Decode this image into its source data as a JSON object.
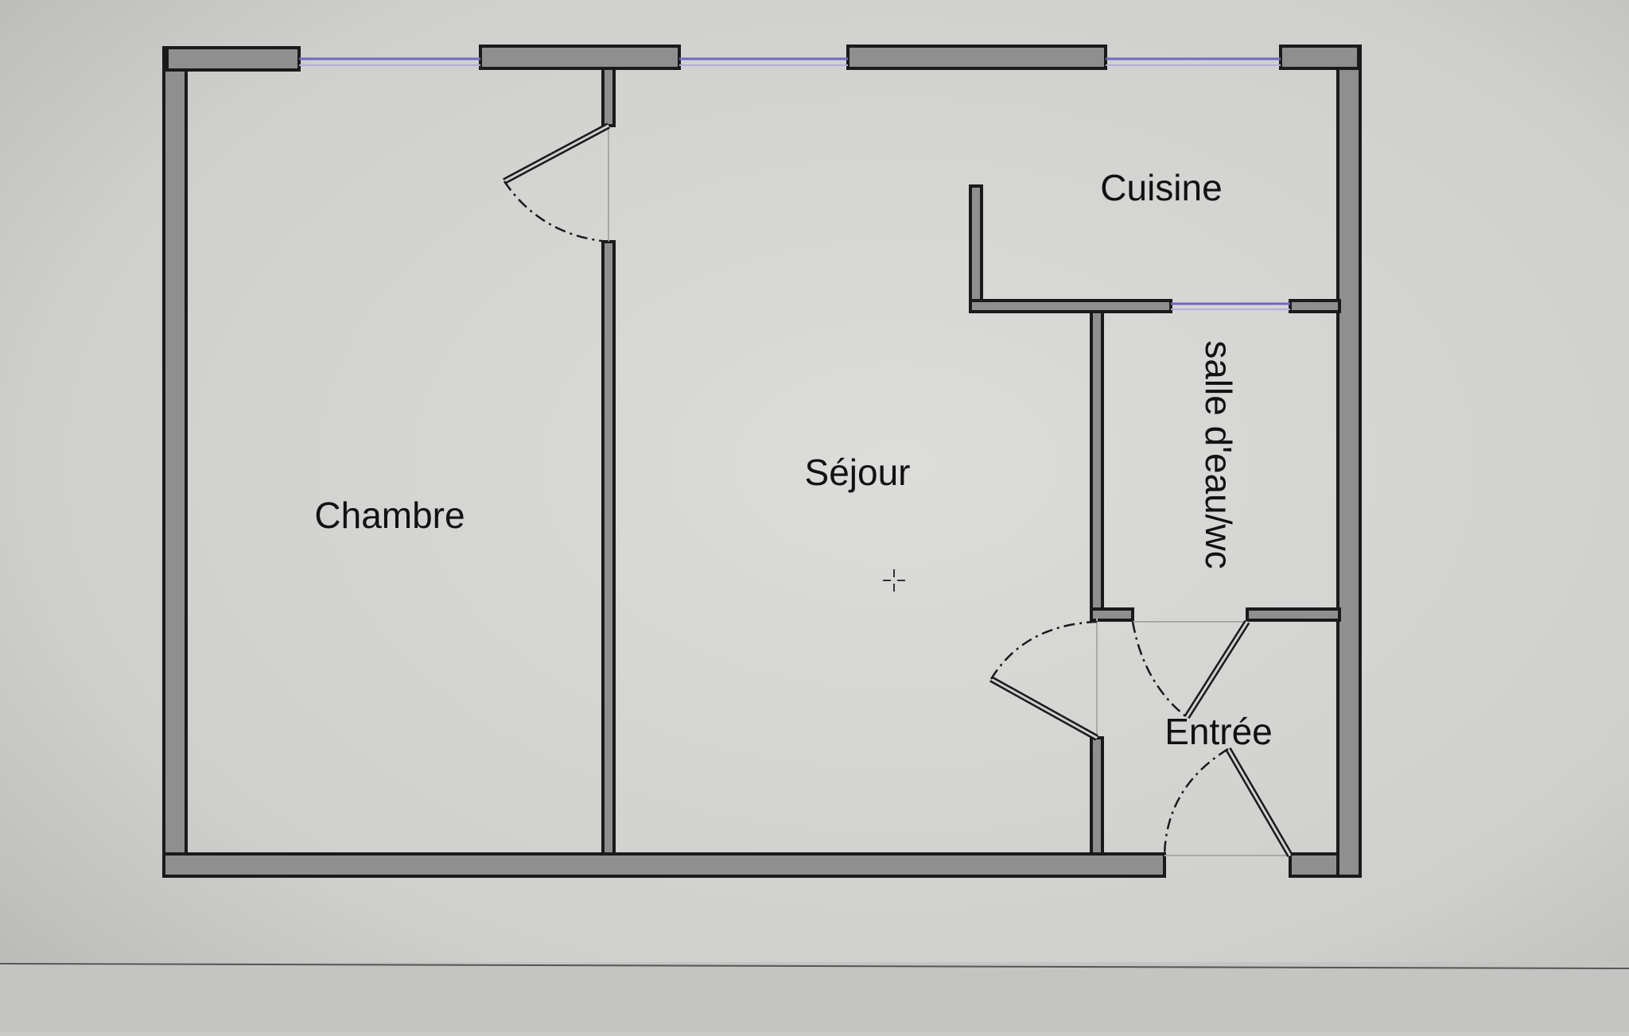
{
  "floorplan": {
    "rooms": [
      {
        "id": "chambre",
        "label": "Chambre"
      },
      {
        "id": "sejour",
        "label": "Séjour"
      },
      {
        "id": "cuisine",
        "label": "Cuisine"
      },
      {
        "id": "salle_eau",
        "label": "salle d'eau/wc"
      },
      {
        "id": "entree",
        "label": "Entrée"
      }
    ]
  },
  "colors": {
    "wall_fill": "#8f8f8f",
    "wall_stroke": "#1a1a1a",
    "window_line": "#6e67c4",
    "screen_bg": "#c9c9c7",
    "plan_bg": "#d6d6d4"
  },
  "icons": {
    "cursor": "crosshair-cursor-icon"
  }
}
